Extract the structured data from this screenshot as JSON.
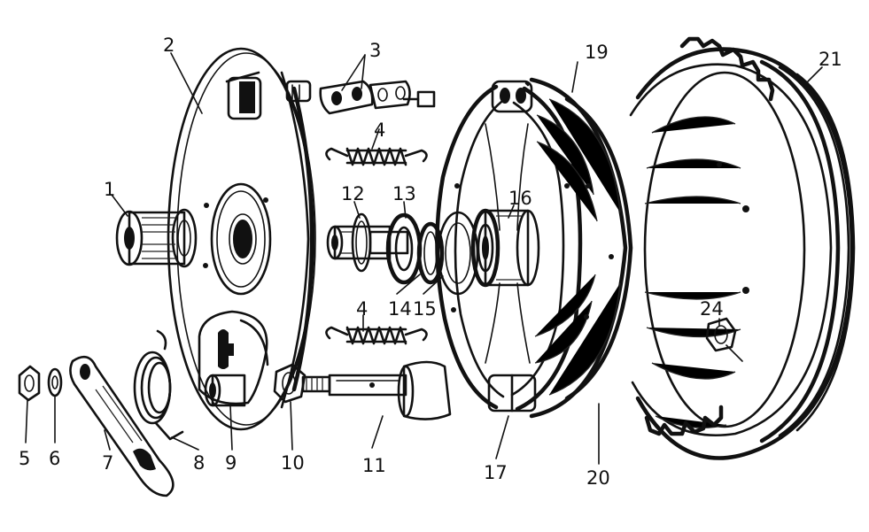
{
  "parts": [
    {
      "id": "part-1",
      "label": "1"
    },
    {
      "id": "part-2",
      "label": "2"
    },
    {
      "id": "part-3",
      "label": "3"
    },
    {
      "id": "part-4a",
      "label": "4"
    },
    {
      "id": "part-4b",
      "label": "4"
    },
    {
      "id": "part-5",
      "label": "5"
    },
    {
      "id": "part-6",
      "label": "6"
    },
    {
      "id": "part-7",
      "label": "7"
    },
    {
      "id": "part-8",
      "label": "8"
    },
    {
      "id": "part-9",
      "label": "9"
    },
    {
      "id": "part-10",
      "label": "10"
    },
    {
      "id": "part-11",
      "label": "11"
    },
    {
      "id": "part-12",
      "label": "12"
    },
    {
      "id": "part-13",
      "label": "13"
    },
    {
      "id": "part-14",
      "label": "14"
    },
    {
      "id": "part-15",
      "label": "15"
    },
    {
      "id": "part-16",
      "label": "16"
    },
    {
      "id": "part-17",
      "label": "17"
    },
    {
      "id": "part-19",
      "label": "19"
    },
    {
      "id": "part-20",
      "label": "20"
    },
    {
      "id": "part-21",
      "label": "21"
    },
    {
      "id": "part-24",
      "label": "24"
    }
  ]
}
